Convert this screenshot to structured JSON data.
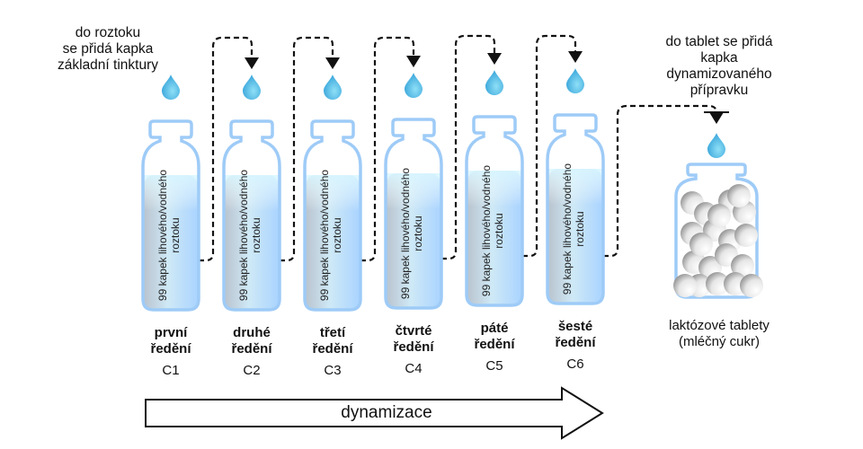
{
  "top_left_caption": [
    "do roztoku",
    "se přidá kapka",
    "základní tinktury"
  ],
  "top_right_caption": [
    "do tablet se přidá",
    "kapka",
    "dynamizovaného",
    "přípravku"
  ],
  "bottle_text": [
    "99 kapek lihového/vodného",
    "roztoku"
  ],
  "dilutions": [
    {
      "name_line1": "první",
      "name_line2": "ředění",
      "code": "C1"
    },
    {
      "name_line1": "druhé",
      "name_line2": "ředění",
      "code": "C2"
    },
    {
      "name_line1": "třetí",
      "name_line2": "ředění",
      "code": "C3"
    },
    {
      "name_line1": "čtvrté",
      "name_line2": "ředění",
      "code": "C4"
    },
    {
      "name_line1": "páté",
      "name_line2": "ředění",
      "code": "C5"
    },
    {
      "name_line1": "šesté",
      "name_line2": "ředění",
      "code": "C6"
    }
  ],
  "jar_caption": [
    "laktózové tablety",
    "(mléčný cukr)"
  ],
  "process_arrow_label": "dynamizace",
  "icons": {
    "drop": "water-drop-icon",
    "arrow": "arrow-down-icon",
    "tablet": "tablet-sphere-icon"
  },
  "colors": {
    "bottle_outline": "#9ecbf7",
    "liquid_top": "#c9eefc",
    "liquid_bottom": "#a9d4ff",
    "drop": "#5fc0ea",
    "connector": "#111111"
  }
}
